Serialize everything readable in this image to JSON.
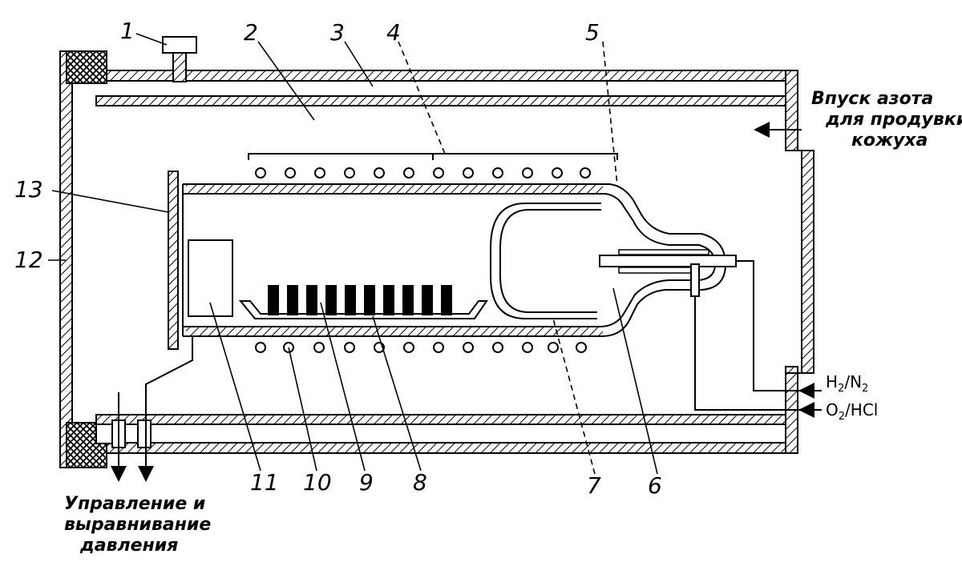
{
  "diagram": {
    "labels": {
      "n1": "1",
      "n2": "2",
      "n3": "3",
      "n4": "4",
      "n5": "5",
      "n6": "6",
      "n7": "7",
      "n8": "8",
      "n9": "9",
      "n10": "10",
      "n11": "11",
      "n12": "12",
      "n13": "13"
    },
    "inlet_caption": [
      "Впуск азота",
      "для продувки",
      "кожуха"
    ],
    "control_caption": [
      "Управление и",
      "выравнивание",
      "давления"
    ],
    "gas_ports": [
      {
        "a": "H",
        "a_sub": "2",
        "b": "N",
        "b_sub": "2"
      },
      {
        "a": "O",
        "a_sub": "2",
        "b": "HCl",
        "b_sub": ""
      }
    ],
    "colors": {
      "ink": "#000000",
      "paper": "#ffffff"
    }
  }
}
